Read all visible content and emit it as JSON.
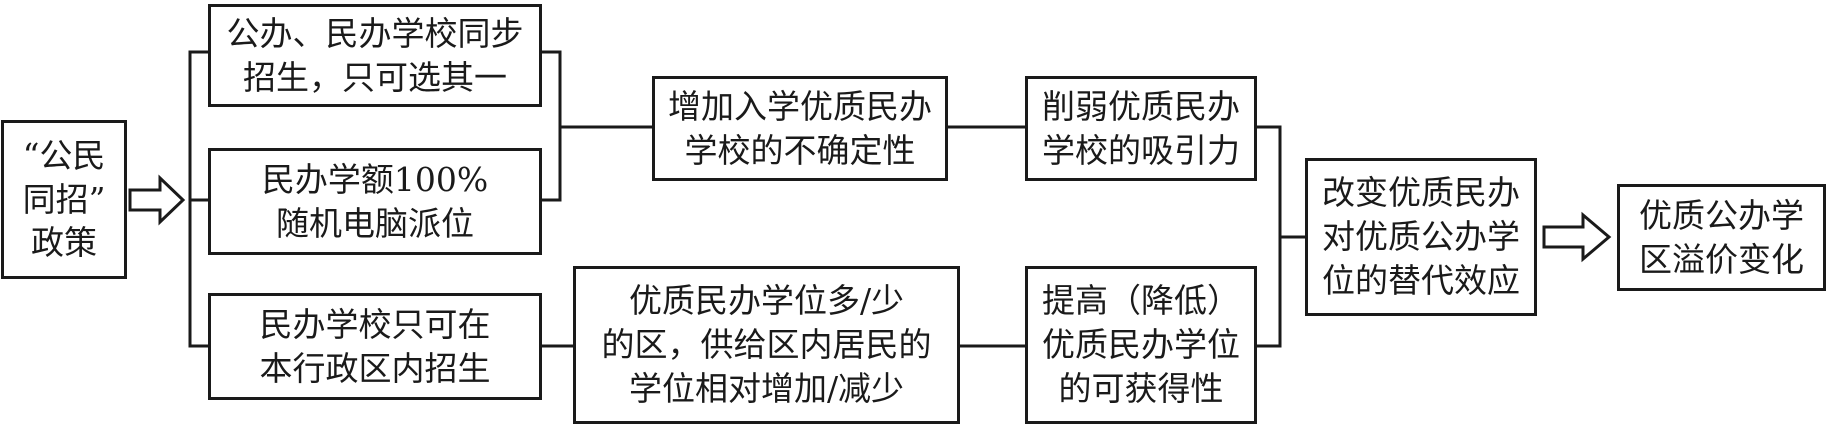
{
  "nodes": {
    "policy": [
      "“公民",
      "同招”",
      "政策"
    ],
    "sync": [
      "公办、民办学校同步",
      "招生，只可选其一"
    ],
    "random": [
      "民办学额100%",
      "随机电脑派位"
    ],
    "district": [
      "民办学校只可在",
      "本行政区内招生"
    ],
    "uncertainty": [
      "增加入学优质民办",
      "学校的不确定性"
    ],
    "attraction": [
      "削弱优质民办",
      "学校的吸引力"
    ],
    "supply": [
      "优质民办学位多/少",
      "的区，供给区内居民的",
      "学位相对增加/减少"
    ],
    "availability": [
      "提高（降低）",
      "优质民办学位",
      "的可获得性"
    ],
    "substitution": [
      "改变优质民办",
      "对优质公办学",
      "位的替代效应"
    ],
    "premium": [
      "优质公办学",
      "区溢价变化"
    ]
  },
  "colors": {
    "line": "#1a1a1a",
    "background": "#ffffff"
  }
}
